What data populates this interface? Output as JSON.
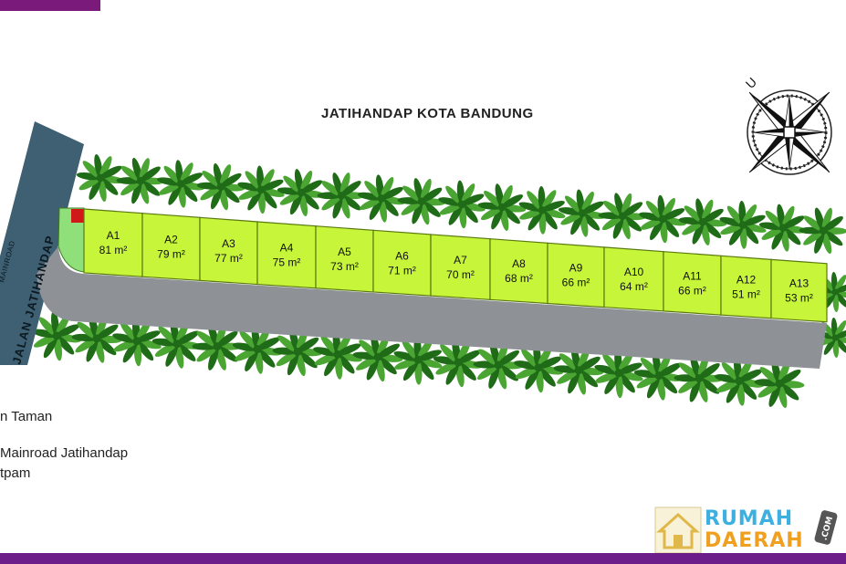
{
  "title": "JATIHANDAP KOTA BANDUNG",
  "road_label": "JALAN JATIHANDAP",
  "road_label_small": "MAINROAD",
  "legend": [
    "Taman",
    "Mainroad Jatihandap",
    "Satpam"
  ],
  "lots": [
    {
      "name": "A1",
      "area": "81 m²"
    },
    {
      "name": "A2",
      "area": "79 m²"
    },
    {
      "name": "A3",
      "area": "77 m²"
    },
    {
      "name": "A4",
      "area": "75 m²"
    },
    {
      "name": "A5",
      "area": "73 m²"
    },
    {
      "name": "A6",
      "area": "71 m²"
    },
    {
      "name": "A7",
      "area": "70 m²"
    },
    {
      "name": "A8",
      "area": "68 m²"
    },
    {
      "name": "A9",
      "area": "66 m²"
    },
    {
      "name": "A10",
      "area": "64 m²"
    },
    {
      "name": "A11",
      "area": "66 m²"
    },
    {
      "name": "A12",
      "area": "51 m²"
    },
    {
      "name": "A13",
      "area": "53 m²"
    }
  ],
  "compass": {
    "north_letter": "U"
  },
  "logo": {
    "line1": "RUMAH",
    "line2": "DAERAH",
    "suffix": ".COM"
  },
  "colors": {
    "lot_fill": "#c6f53a",
    "lot_border": "#5a7a10",
    "road": "#8e9296",
    "mainroad": "#3f5f72",
    "park": "#8fe07a",
    "security_post": "#d01818",
    "tree_dark": "#1f6b17",
    "tree_light": "#4aa532",
    "bar_purple": "#6c1d8a"
  }
}
